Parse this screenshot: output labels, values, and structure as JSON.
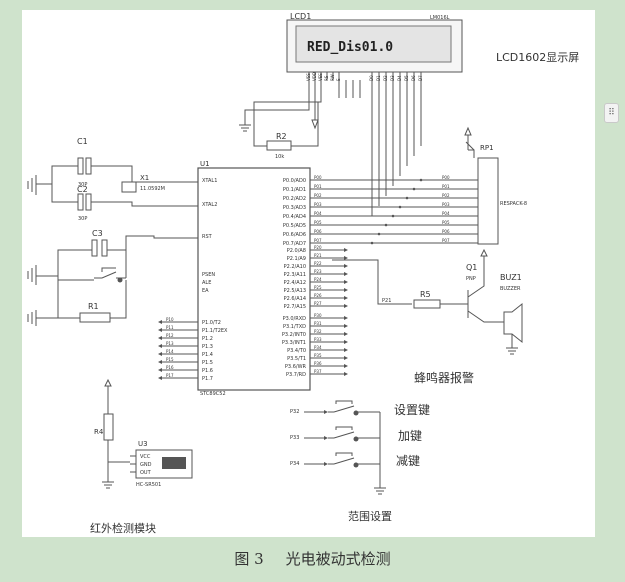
{
  "caption": {
    "figure": "图 3",
    "title": "光电被动式检测"
  },
  "lcd": {
    "ref": "LCD1",
    "model": "LM016L",
    "display_text": "RED_Dis01.0",
    "label": "LCD1602显示屏"
  },
  "labels": {
    "buzzer_alarm": "蜂鸣器报警",
    "set_key": "设置键",
    "add_key": "加键",
    "sub_key": "减键",
    "range_setting": "范围设置",
    "ir_module": "红外检测模块"
  },
  "components": {
    "mcu": {
      "ref": "U1",
      "part": "STC89C52"
    },
    "crystal": {
      "ref": "X1",
      "value": "11.0592M"
    },
    "c1": {
      "ref": "C1",
      "value": "30P"
    },
    "c2": {
      "ref": "C2",
      "value": "30P"
    },
    "c3": {
      "ref": "C3"
    },
    "r1": {
      "ref": "R1"
    },
    "r2": {
      "ref": "R2",
      "value": "10k"
    },
    "r4": {
      "ref": "R4"
    },
    "r5": {
      "ref": "R5"
    },
    "rp1": {
      "ref": "RP1",
      "part": "RESPACK-8"
    },
    "q1": {
      "ref": "Q1",
      "part": "PNP"
    },
    "buz1": {
      "ref": "BUZ1",
      "part": "BUZZER"
    },
    "u3": {
      "ref": "U3",
      "part": "HC-SR501",
      "pins": [
        "VCC",
        "GND",
        "OUT"
      ]
    }
  },
  "mcu_pins": {
    "left": [
      "XTAL1",
      "XTAL2",
      "RST",
      "PSEN",
      "ALE",
      "EA"
    ],
    "p1": [
      "P1.0/T2",
      "P1.1/T2EX",
      "P1.2",
      "P1.3",
      "P1.4",
      "P1.5",
      "P1.6",
      "P1.7"
    ],
    "p0": [
      "P0.0/AD0",
      "P0.1/AD1",
      "P0.2/AD2",
      "P0.3/AD3",
      "P0.4/AD4",
      "P0.5/AD5",
      "P0.6/AD6",
      "P0.7/AD7"
    ],
    "p2": [
      "P2.0/A8",
      "P2.1/A9",
      "P2.2/A10",
      "P2.3/A11",
      "P2.4/A12",
      "P2.5/A13",
      "P2.6/A14",
      "P2.7/A15"
    ],
    "p3": [
      "P3.0/RXD",
      "P3.1/TXD",
      "P3.2/INT0",
      "P3.3/INT1",
      "P3.4/T0",
      "P3.5/T1",
      "P3.6/WR",
      "P3.7/RD"
    ]
  },
  "nets": {
    "p0": [
      "P00",
      "P01",
      "P02",
      "P03",
      "P04",
      "P05",
      "P06",
      "P07"
    ],
    "p1": [
      "P10",
      "P11",
      "P12",
      "P13",
      "P14",
      "P15",
      "P16",
      "P17"
    ],
    "p2": [
      "P20",
      "P21",
      "P22",
      "P23",
      "P24",
      "P25",
      "P26",
      "P27"
    ],
    "p3": [
      "P30",
      "P31",
      "P32",
      "P33",
      "P34",
      "P35",
      "P36",
      "P37"
    ],
    "keys": [
      "P32",
      "P33",
      "P34"
    ],
    "r5_in": "P21"
  },
  "lcd_pins": [
    "VSS",
    "VDD",
    "VEE",
    "RS",
    "RW",
    "E",
    "D0",
    "D1",
    "D2",
    "D3",
    "D4",
    "D5",
    "D6",
    "D7"
  ]
}
